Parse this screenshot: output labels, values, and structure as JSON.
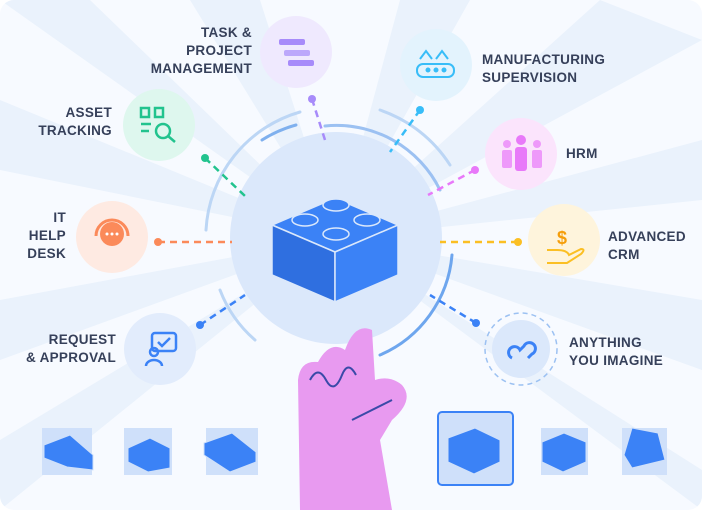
{
  "modules": {
    "task": {
      "label": "TASK &\nPROJECT\nMANAGEMENT",
      "icon": "task-bars-icon",
      "color": "#a78bfa"
    },
    "manufacturing": {
      "label": "MANUFACTURING\nSUPERVISION",
      "icon": "conveyor-icon",
      "color": "#38bdf8"
    },
    "asset": {
      "label": "ASSET\nTRACKING",
      "icon": "qr-search-icon",
      "color": "#22c38e"
    },
    "hrm": {
      "label": "HRM",
      "icon": "people-icon",
      "color": "#e879f9"
    },
    "it": {
      "label": "IT\nHELP\nDESK",
      "icon": "headset-icon",
      "color": "#fb8a5a"
    },
    "crm": {
      "label": "ADVANCED\nCRM",
      "icon": "dollar-hand-icon",
      "color": "#fbbf24"
    },
    "request": {
      "label": "REQUEST\n& APPROVAL",
      "icon": "user-check-icon",
      "color": "#3b82f6"
    },
    "anything": {
      "label": "ANYTHING\nYOU IMAGINE",
      "icon": "infinity-icon",
      "color": "#3b82f6"
    }
  }
}
